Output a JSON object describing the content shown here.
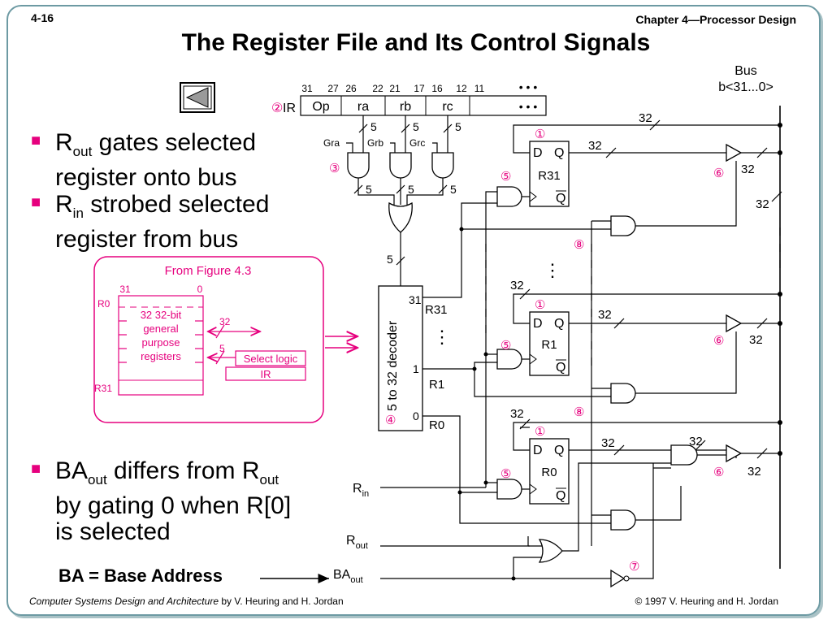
{
  "header": {
    "slide_number": "4-16",
    "chapter": "Chapter 4—Processor Design"
  },
  "title": "The Register File and Its Control Signals",
  "bullets": [
    {
      "pre": "R",
      "sub": "out",
      "text": " gates selected register onto bus",
      "line1": " gates selected",
      "line2": "register onto bus"
    },
    {
      "pre": "R",
      "sub": "in",
      "text": " strobed selected register from bus",
      "line1": " strobed selected",
      "line2": "register from bus"
    },
    {
      "pre": "BA",
      "sub": "out",
      "text": " differs from R",
      "line1": " differs from R",
      "sub2": "out",
      "line2": "by gating 0 when R[0]",
      "line3": "is selected"
    }
  ],
  "ba_definition": "BA = Base Address",
  "inset": {
    "title": "From Figure 4.3",
    "bit_high": "31",
    "bit_low": "0",
    "top_reg": "R0",
    "bottom_reg": "R31",
    "body": [
      "32 32-bit",
      "general",
      "purpose",
      "registers"
    ],
    "width_data": "32",
    "width_sel": "5",
    "select_logic": "Select logic",
    "ir": "IR"
  },
  "ir_fields": {
    "bits": [
      "31",
      "27",
      "26",
      "22",
      "21",
      "17",
      "16",
      "12",
      "11"
    ],
    "labels": [
      "Op",
      "ra",
      "rb",
      "rc"
    ],
    "ellipsis": "• • •",
    "name": "IR",
    "marker": "②"
  },
  "signals": {
    "gra": "Gra",
    "grb": "Grb",
    "grc": "Grc",
    "rin_base": "R",
    "rin_sub": "in",
    "rout_base": "R",
    "rout_sub": "out",
    "baout_base": "BA",
    "baout_sub": "out"
  },
  "widths": {
    "five": "5",
    "thirtytwo": "32"
  },
  "decoder": {
    "label": "5 to 32 decoder",
    "out_high": "31",
    "out_mid": "1",
    "out_low": "0"
  },
  "registers": [
    {
      "name": "R31"
    },
    {
      "name": "R1"
    },
    {
      "name": "R0"
    }
  ],
  "ff": {
    "d": "D",
    "q": "Q",
    "qbar": "Q"
  },
  "bus": {
    "line1": "Bus",
    "line2": "b<31...0>"
  },
  "markers": {
    "m1": "①",
    "m2": "②",
    "m3": "③",
    "m4": "④",
    "m5": "⑤",
    "m6": "⑥",
    "m7": "⑦",
    "m8": "⑧"
  },
  "footer": {
    "book": "Computer Systems Design and Architecture",
    "authors": " by V. Heuring and H. Jordan",
    "copyright": "© 1997 V. Heuring and H. Jordan"
  },
  "colors": {
    "accent": "#e6007e",
    "frame": "#6d9aa3"
  }
}
